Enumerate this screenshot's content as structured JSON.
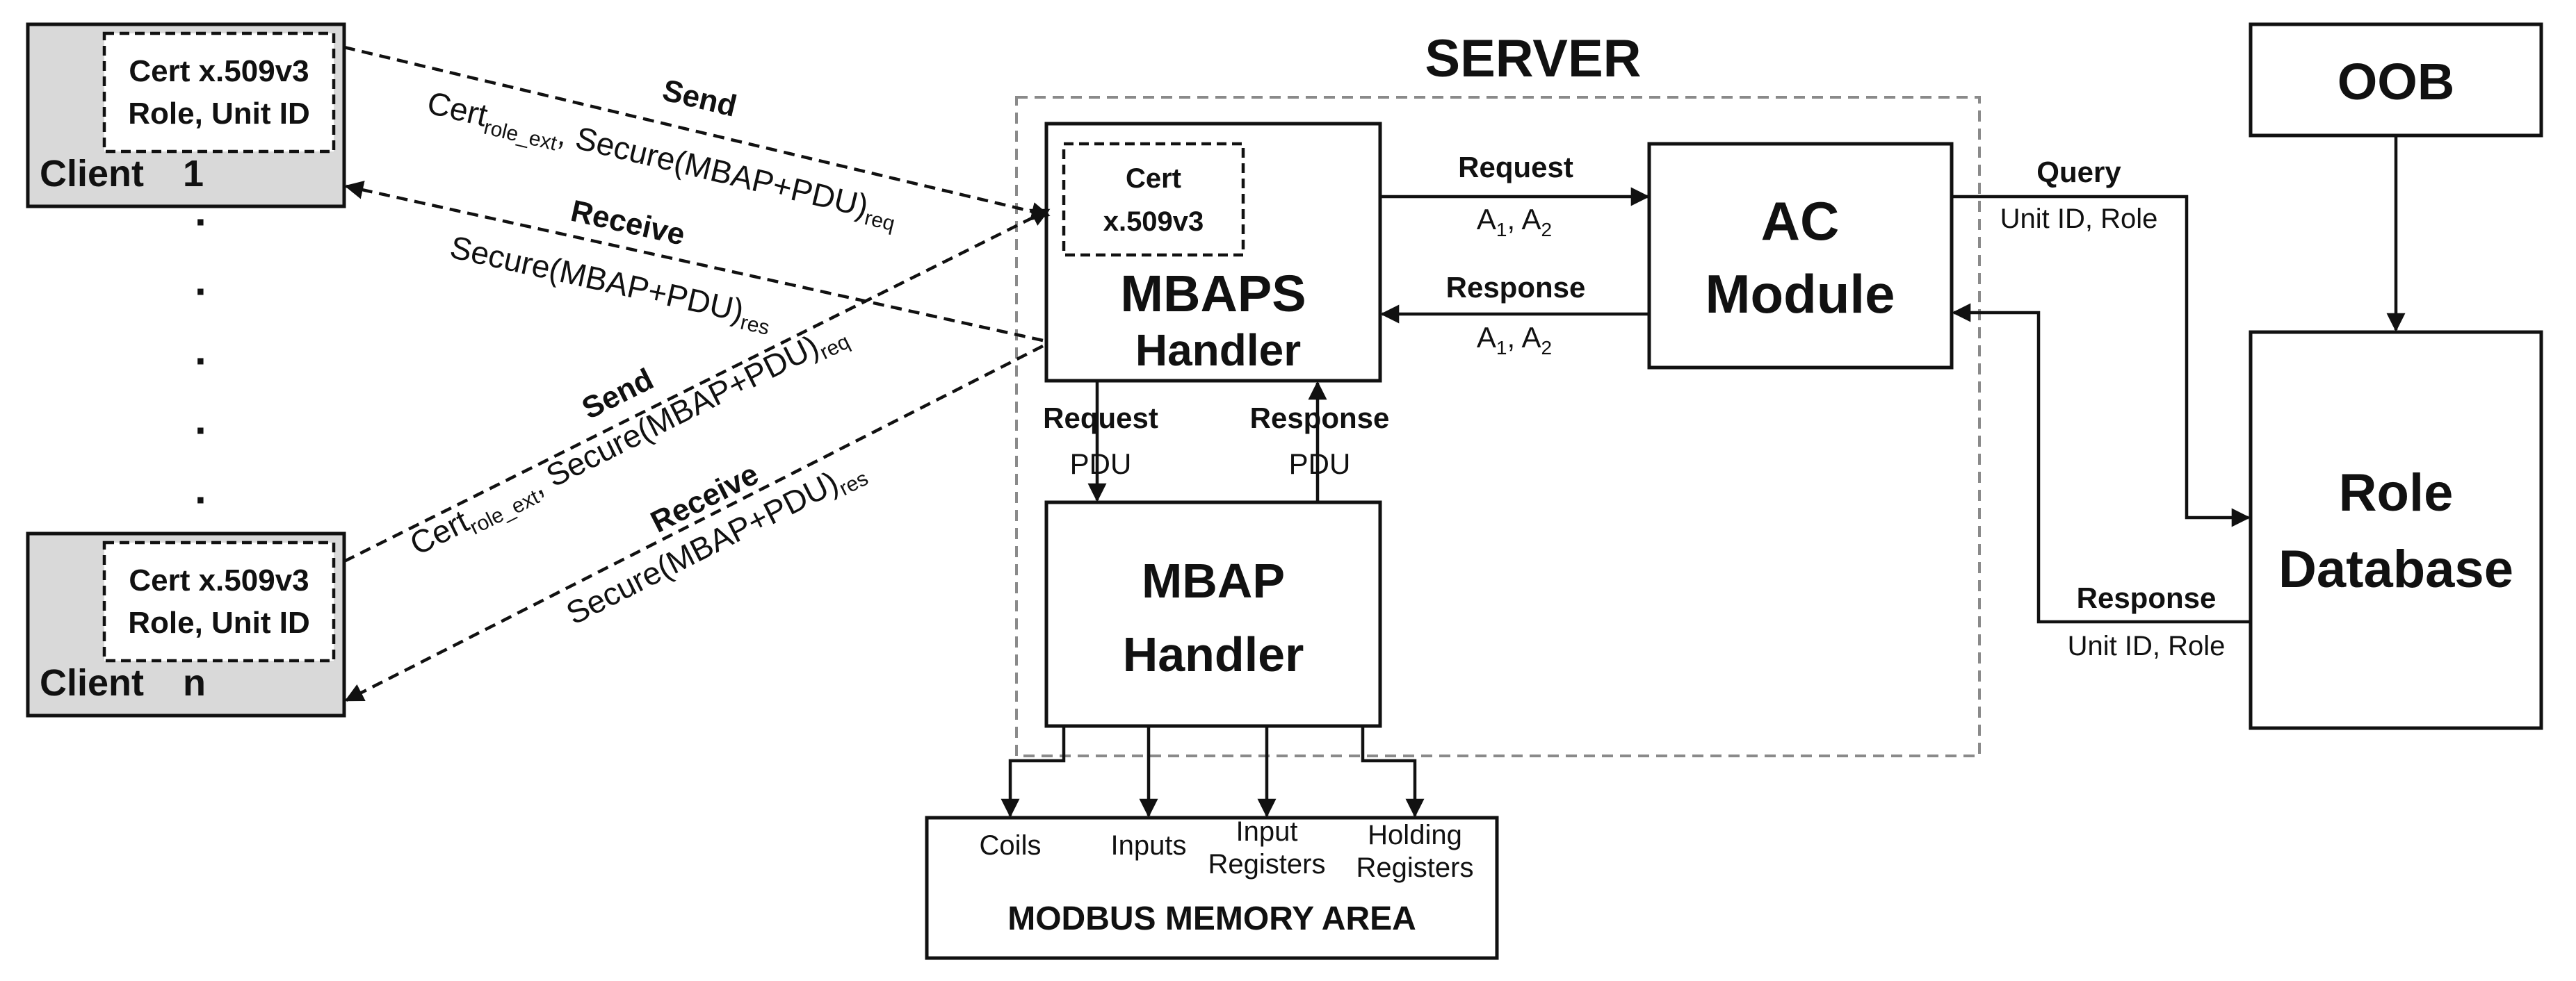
{
  "server": {
    "title": "SERVER"
  },
  "client1": {
    "label_main": "Client",
    "label_index": "1",
    "cert_line1": "Cert x.509v3",
    "cert_line2": "Role, Unit ID"
  },
  "clientn": {
    "label_main": "Client",
    "label_index": "n",
    "cert_line1": "Cert x.509v3",
    "cert_line2": "Role, Unit ID"
  },
  "ellipsis": "·",
  "mbaps": {
    "line1": "MBAPS",
    "line2": "Handler",
    "cert_line1": "Cert",
    "cert_line2": "x.509v3"
  },
  "mbap": {
    "line1": "MBAP",
    "line2": "Handler"
  },
  "ac_module": {
    "line1": "AC",
    "line2": "Module"
  },
  "oob": {
    "label": "OOB"
  },
  "role_db": {
    "line1": "Role",
    "line2": "Database"
  },
  "memory": {
    "title": "MODBUS MEMORY AREA",
    "coils": "Coils",
    "inputs": "Inputs",
    "input_registers_1": "Input",
    "input_registers_2": "Registers",
    "holding_registers_1": "Holding",
    "holding_registers_2": "Registers"
  },
  "edges": {
    "send1_title": "Send",
    "send1_cert": "Cert",
    "send1_cert_sub": "role_ext",
    "send1_payload": ", Secure(MBAP+PDU)",
    "send1_sub": "req",
    "receive1_title": "Receive",
    "receive1_payload": "Secure(MBAP+PDU)",
    "receive1_sub": "res",
    "sendn_title": "Send",
    "sendn_cert": "Cert",
    "sendn_cert_sub": "role_ext",
    "sendn_payload": ", Secure(MBAP+PDU)",
    "sendn_sub": "req",
    "receiven_title": "Receive",
    "receiven_payload": "Secure(MBAP+PDU)",
    "receiven_sub": "res",
    "ac_request_title": "Request",
    "ac_request_a": "A",
    "ac_request_1": "1",
    "ac_request_sep": ", A",
    "ac_request_2": "2",
    "ac_response_title": "Response",
    "ac_response_a": "A",
    "ac_response_1": "1",
    "ac_response_sep": ", A",
    "ac_response_2": "2",
    "pdu_request_title": "Request",
    "pdu_request_sub": "PDU",
    "pdu_response_title": "Response",
    "pdu_response_sub": "PDU",
    "query_title": "Query",
    "query_sub": "Unit ID, Role",
    "db_response_title": "Response",
    "db_response_sub": "Unit ID, Role"
  }
}
